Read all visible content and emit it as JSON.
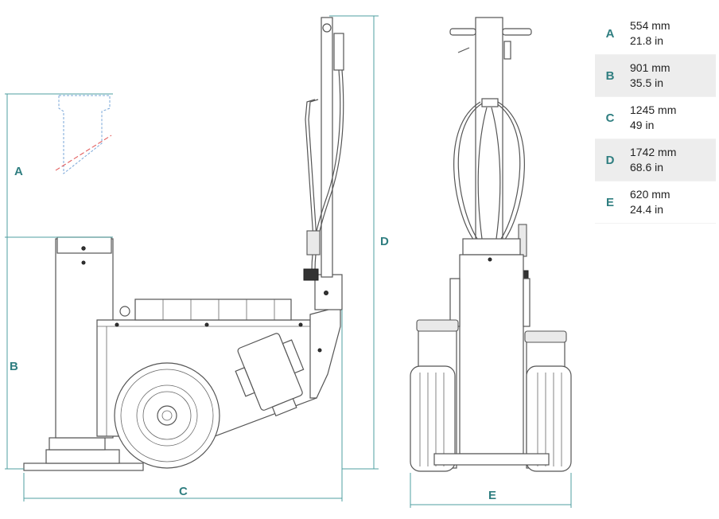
{
  "colors": {
    "dimension": "#2f7e80",
    "dimension_line": "#4f9fa0",
    "outline": "#555555",
    "phantom": "#7aa7d8",
    "center_line": "#e05050"
  },
  "dimensions": {
    "A": {
      "label": "A",
      "metric": "554 mm",
      "imperial": "21.8 in"
    },
    "B": {
      "label": "B",
      "metric": "901 mm",
      "imperial": "35.5 in"
    },
    "C": {
      "label": "C",
      "metric": "1245 mm",
      "imperial": "49 in"
    },
    "D": {
      "label": "D",
      "metric": "1742 mm",
      "imperial": "68.6 in"
    },
    "E": {
      "label": "E",
      "metric": "620 mm",
      "imperial": "24.4 in"
    }
  }
}
